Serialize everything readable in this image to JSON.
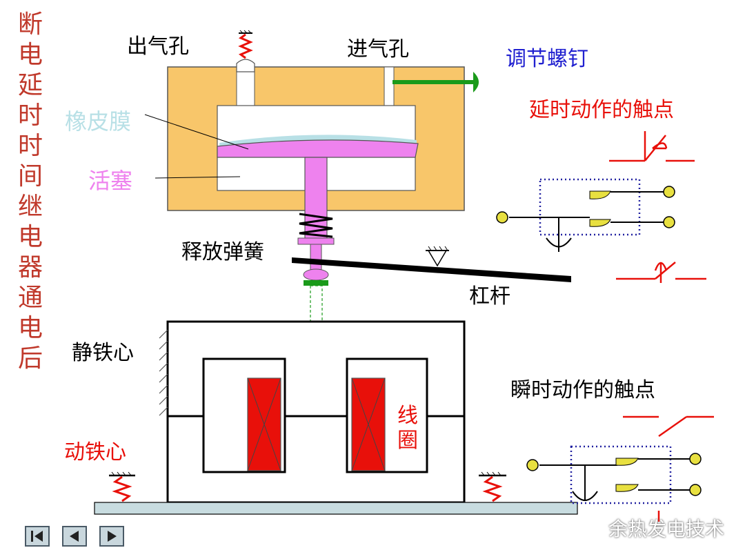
{
  "title_vertical": "断电延时时间继电器通电后",
  "labels": {
    "exhaust_hole": "出气孔",
    "intake_hole": "进气孔",
    "adjust_screw": "调节螺钉",
    "rubber_film": "橡皮膜",
    "piston": "活塞",
    "release_spring": "释放弹簧",
    "lever": "杠杆",
    "static_core": "静铁心",
    "moving_core": "动铁心",
    "coil": "线圈",
    "delayed_contacts": "延时动作的触点",
    "instant_contacts": "瞬时动作的触点"
  },
  "nav": {
    "first": "first",
    "prev": "prev",
    "next": "next"
  },
  "watermark": "余热发电技术",
  "colors": {
    "chamber": "#f8c66a",
    "piston": "#ee82ee",
    "film": "#b8e0e6",
    "coil": "#e8100a",
    "red_label": "#e8100a",
    "blue_label": "#2020d0",
    "title": "#c0392b",
    "base": "#c8dce0"
  }
}
